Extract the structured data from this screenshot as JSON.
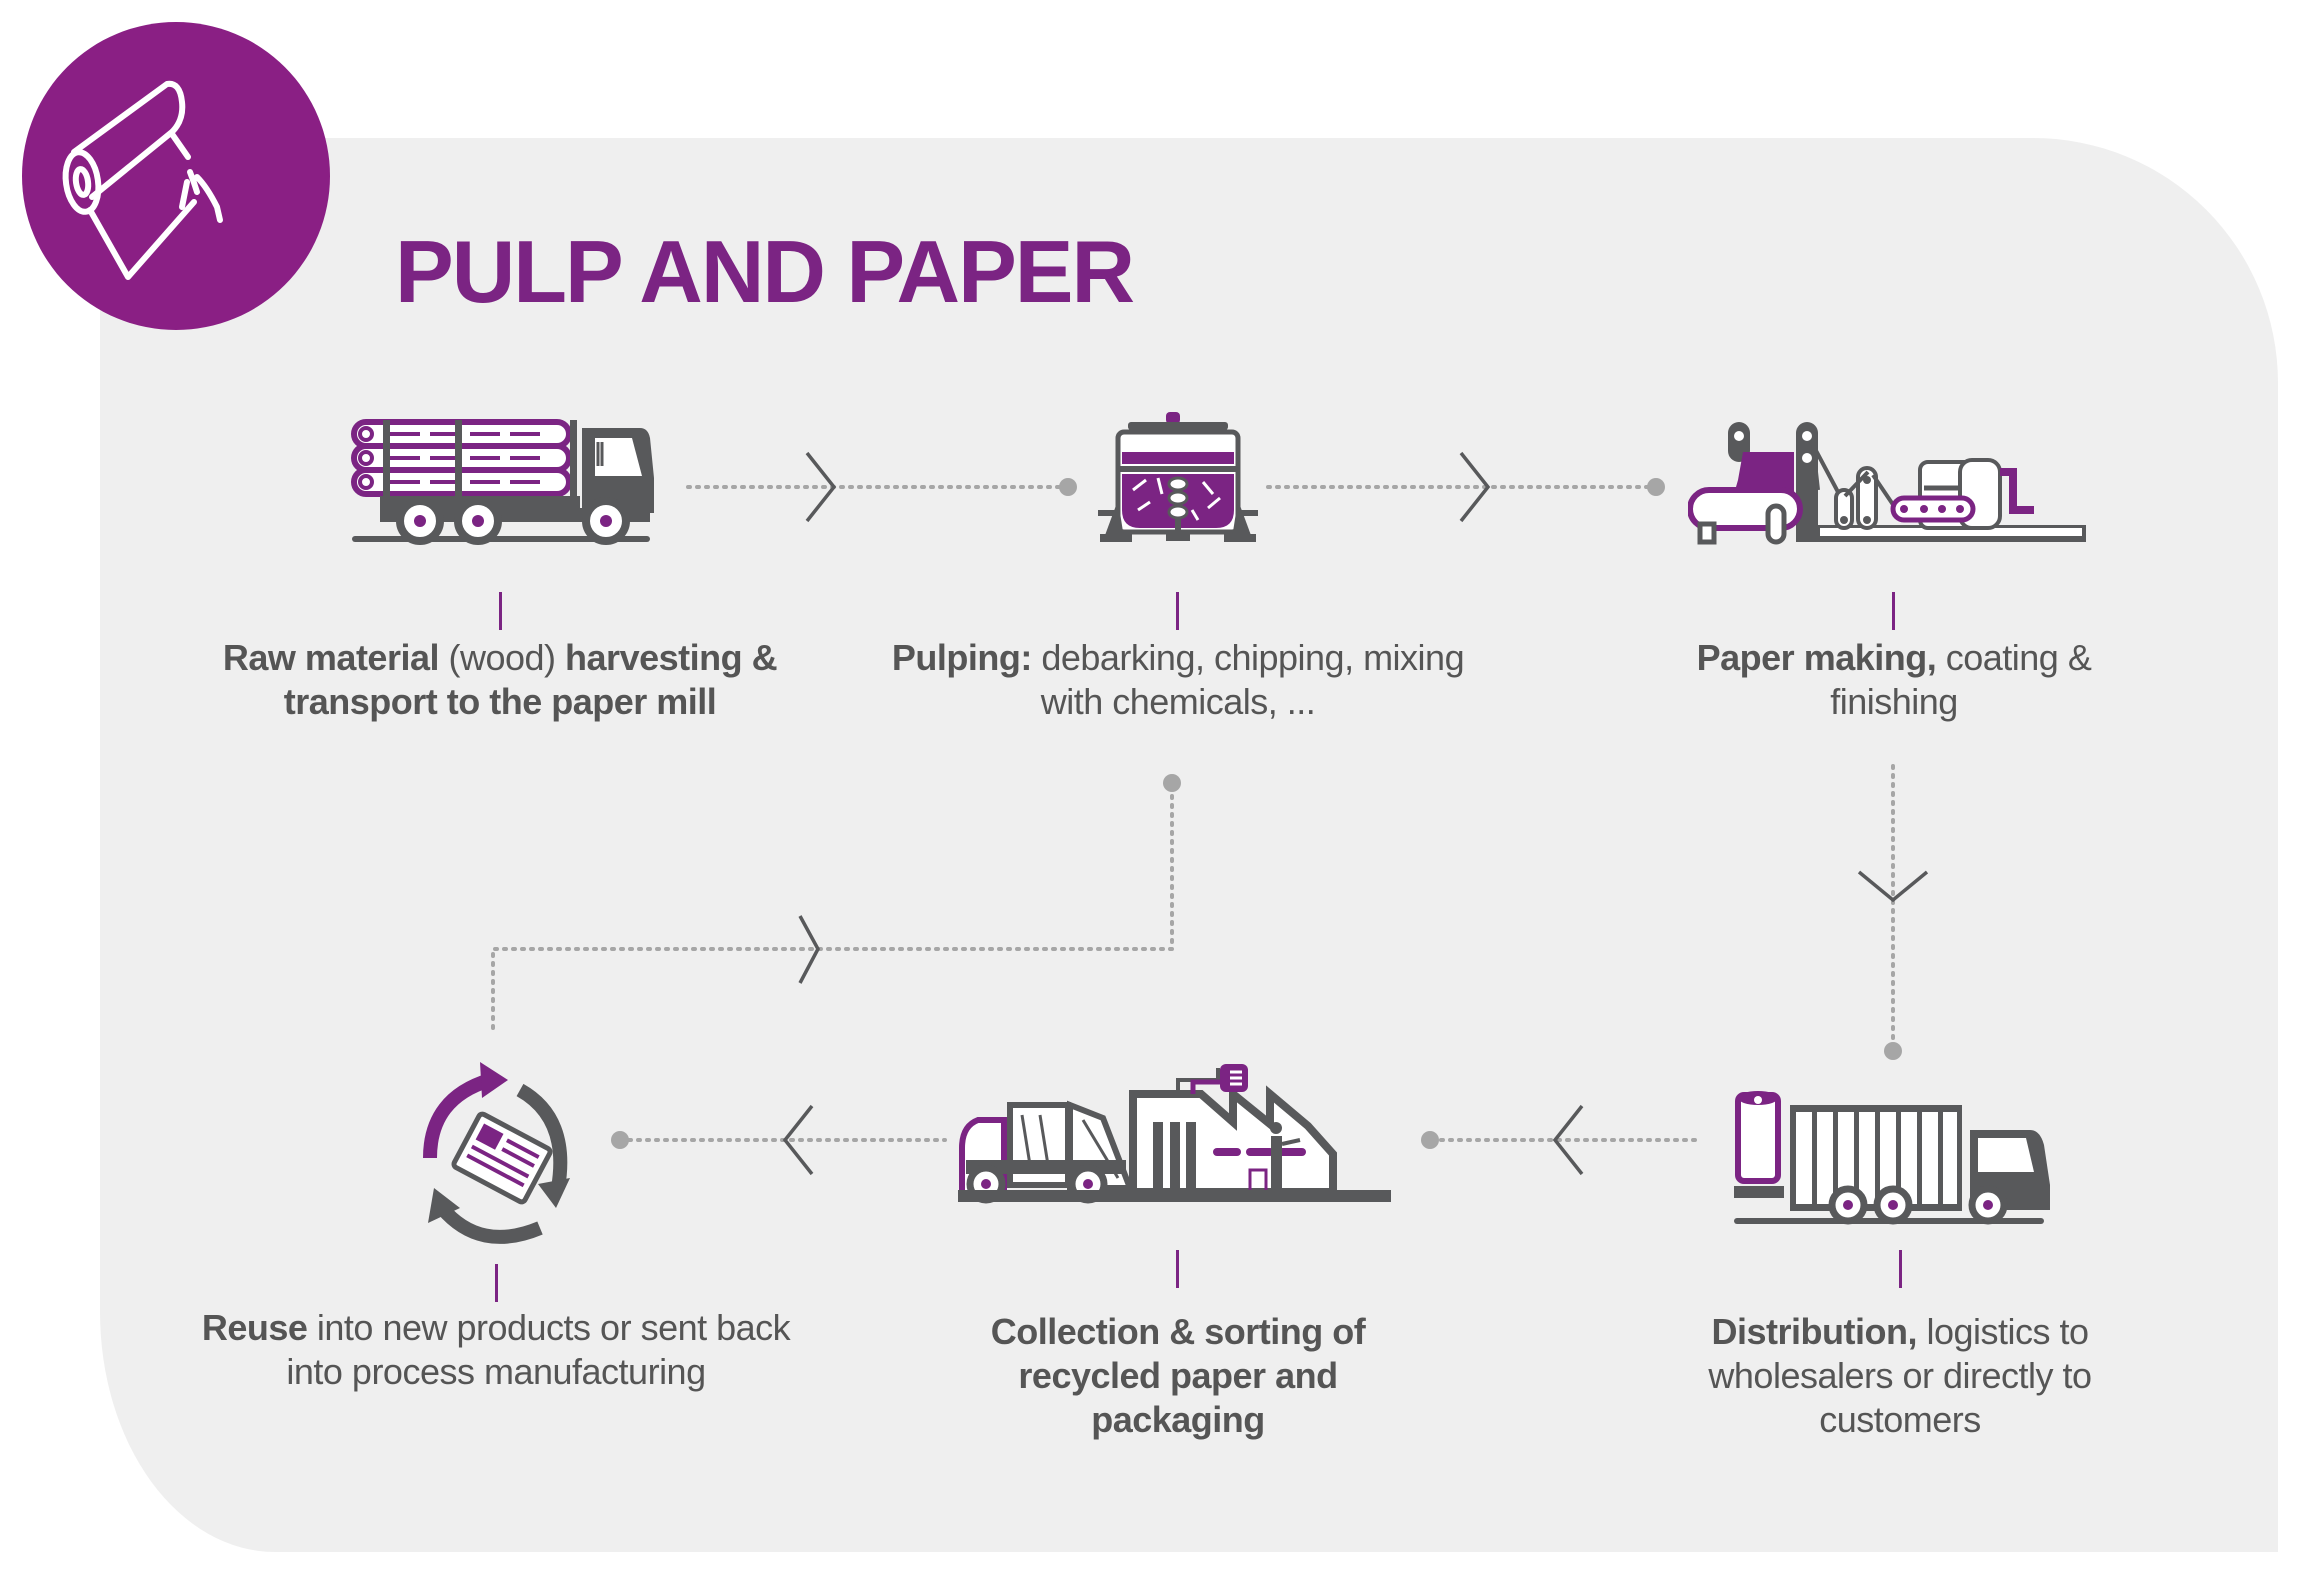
{
  "header": {
    "title": "PULP AND PAPER",
    "badge_icon": "paper-roll-icon"
  },
  "colors": {
    "brand_purple": "#8a1f84",
    "title_purple": "#7b2483",
    "icon_gray": "#58595b",
    "connector_gray": "#a6a6a6",
    "panel_bg": "#efefef",
    "text": "#555555"
  },
  "steps": [
    {
      "id": "raw-material",
      "icon": "log-truck-icon",
      "bold": "Raw material",
      "regular": " (wood) ",
      "bold2": "harvesting & transport to the paper mill"
    },
    {
      "id": "pulping",
      "icon": "pulp-digester-icon",
      "bold": "Pulping:",
      "regular": " debarking, chipping, mixing with chemicals, ..."
    },
    {
      "id": "paper-making",
      "icon": "paper-machine-icon",
      "bold": "Paper making,",
      "regular": " coating & finishing"
    },
    {
      "id": "distribution",
      "icon": "delivery-truck-icon",
      "bold": "Distribution,",
      "regular": " logistics to wholesalers or directly to customers"
    },
    {
      "id": "collection",
      "icon": "recycling-facility-icon",
      "bold": "Collection & sorting of recycled paper and packaging",
      "regular": ""
    },
    {
      "id": "reuse",
      "icon": "recycle-arrows-icon",
      "bold": "Reuse",
      "regular": " into new products or sent back into process manufacturing"
    }
  ],
  "connectors": [
    {
      "from": "raw-material",
      "to": "pulping",
      "direction": "right"
    },
    {
      "from": "pulping",
      "to": "paper-making",
      "direction": "right"
    },
    {
      "from": "paper-making",
      "to": "distribution",
      "direction": "down"
    },
    {
      "from": "distribution",
      "to": "collection",
      "direction": "left"
    },
    {
      "from": "collection",
      "to": "reuse",
      "direction": "left"
    },
    {
      "from": "reuse",
      "to": "pulping",
      "direction": "up-right"
    }
  ]
}
